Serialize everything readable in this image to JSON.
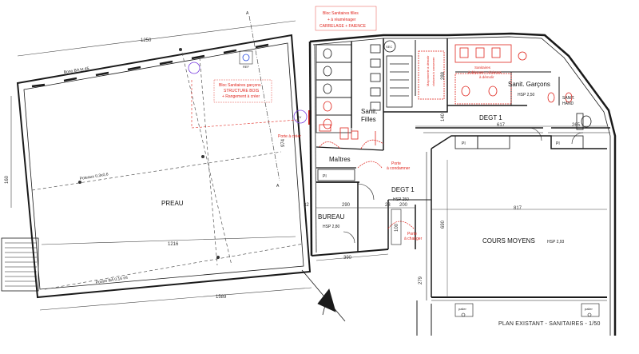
{
  "plan_title": "PLAN EXISTANT  -  SANITAIRES - 1/50",
  "rooms": {
    "preau": "PREAU",
    "maitres": "Maîtres",
    "sanit_filles": "Sanit. Filles",
    "sanit_garcons": "Sanit. Garçons",
    "sanit_hand": "SANIT. HAND",
    "degt1_top": "DEGT 1",
    "degt1_mid": "DEGT 1",
    "bureau": "BUREAU",
    "cours_moyens": "COURS MOYENS"
  },
  "hsp": {
    "degt1": "HSP 250",
    "bureau": "HSP 2,80",
    "garcons": "HSP 2,50",
    "cours_moyens": "HSP 2,93"
  },
  "dimensions": [
    "1250",
    "1216",
    "1589",
    "160",
    "617",
    "817",
    "690",
    "279",
    "290",
    "23",
    "200",
    "32",
    "390",
    "140",
    "265",
    "100",
    "288",
    "974"
  ],
  "beams": {
    "top": "Bono BA  ht 45",
    "middle": "Poteaux  0,3x0,6",
    "bottom": "Poutre BA  0,16 ml"
  },
  "annotations": {
    "bloc_filles": [
      "Bloc Sanitaires filles",
      "+  à réaménager",
      "CARRELAGE + FAIENCE"
    ],
    "bloc_garcons": [
      "Bloc Sanitaires garçons",
      "STRUCTURE BOIS",
      "+ Rangement à créer"
    ],
    "porte_creer": "Porte à créer",
    "porte_condamner": [
      "Porte",
      "à condamner"
    ],
    "porte_changer": [
      "Porte",
      "à changer"
    ],
    "sanitaires_deposer": [
      "Sanitaires",
      "à déposer + cloisons",
      "à démolir"
    ],
    "maconnerie": [
      "Maçonnerie à démolir",
      "cloisons à conserver"
    ]
  },
  "symbols": {
    "sec": "SEC",
    "pi_labels": [
      "PI",
      "PI",
      "PI"
    ],
    "cab": "CAB",
    "ev": "EV",
    "ref": "REF",
    "palier": "palier",
    "section_a": "A"
  },
  "colors": {
    "wall": "#1a1a1a",
    "annotation": "#e0261e",
    "circle": "#7a3fe0",
    "circle_blue": "#2b4de0"
  }
}
